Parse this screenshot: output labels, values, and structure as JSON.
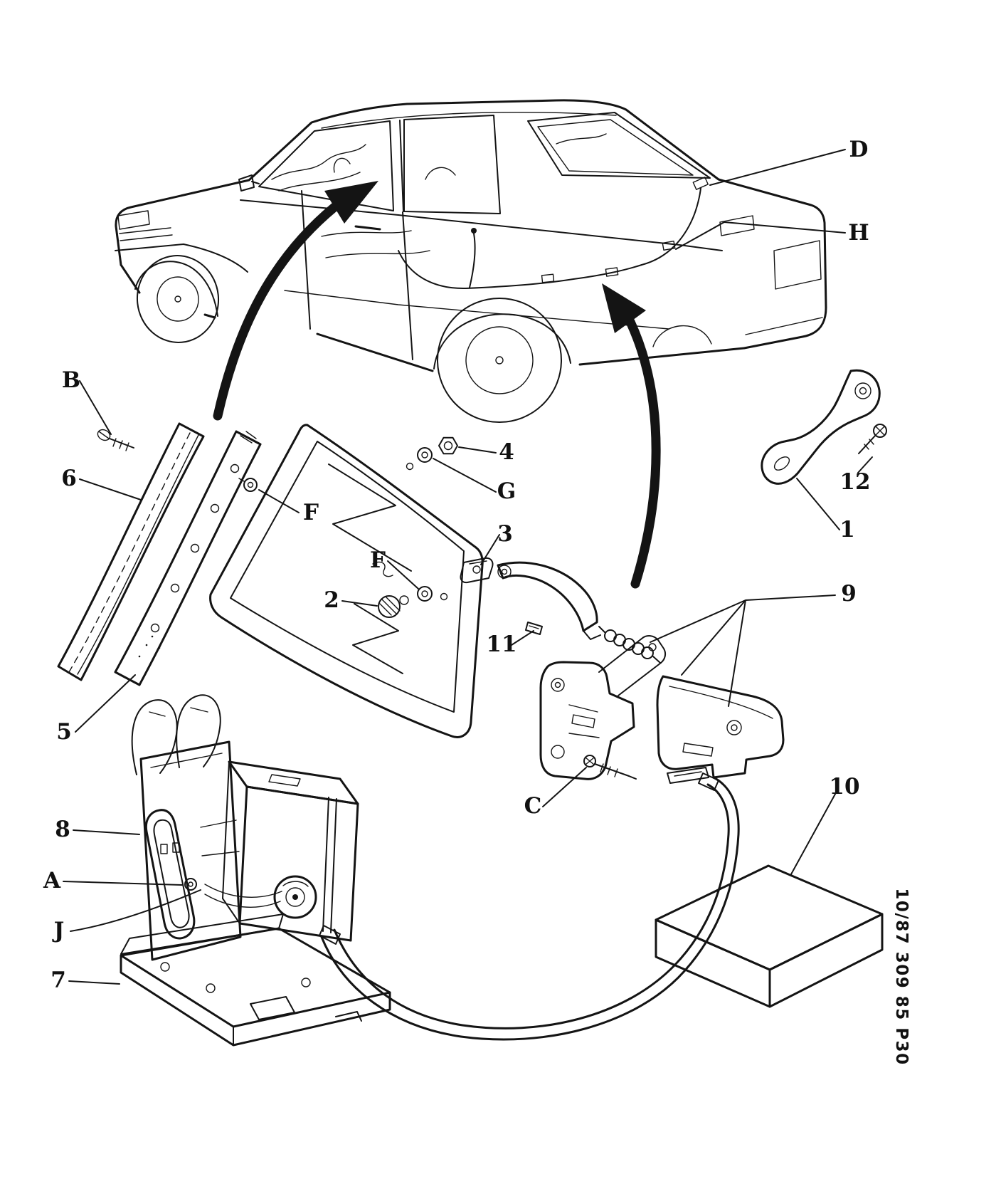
{
  "page": {
    "background": "#ffffff",
    "ink": "#141414"
  },
  "labels": {
    "d": "D",
    "h": "H",
    "b": "B",
    "g": "G",
    "f_upper": "F",
    "f_lower": "F",
    "a": "A",
    "c": "C",
    "j": "J",
    "n1": "1",
    "n2": "2",
    "n3": "3",
    "n4": "4",
    "n5": "5",
    "n6": "6",
    "n7": "7",
    "n8": "8",
    "n9": "9",
    "n10": "10",
    "n11": "11",
    "n12": "12"
  },
  "footer": {
    "code": "10/87  309  85 P30"
  }
}
